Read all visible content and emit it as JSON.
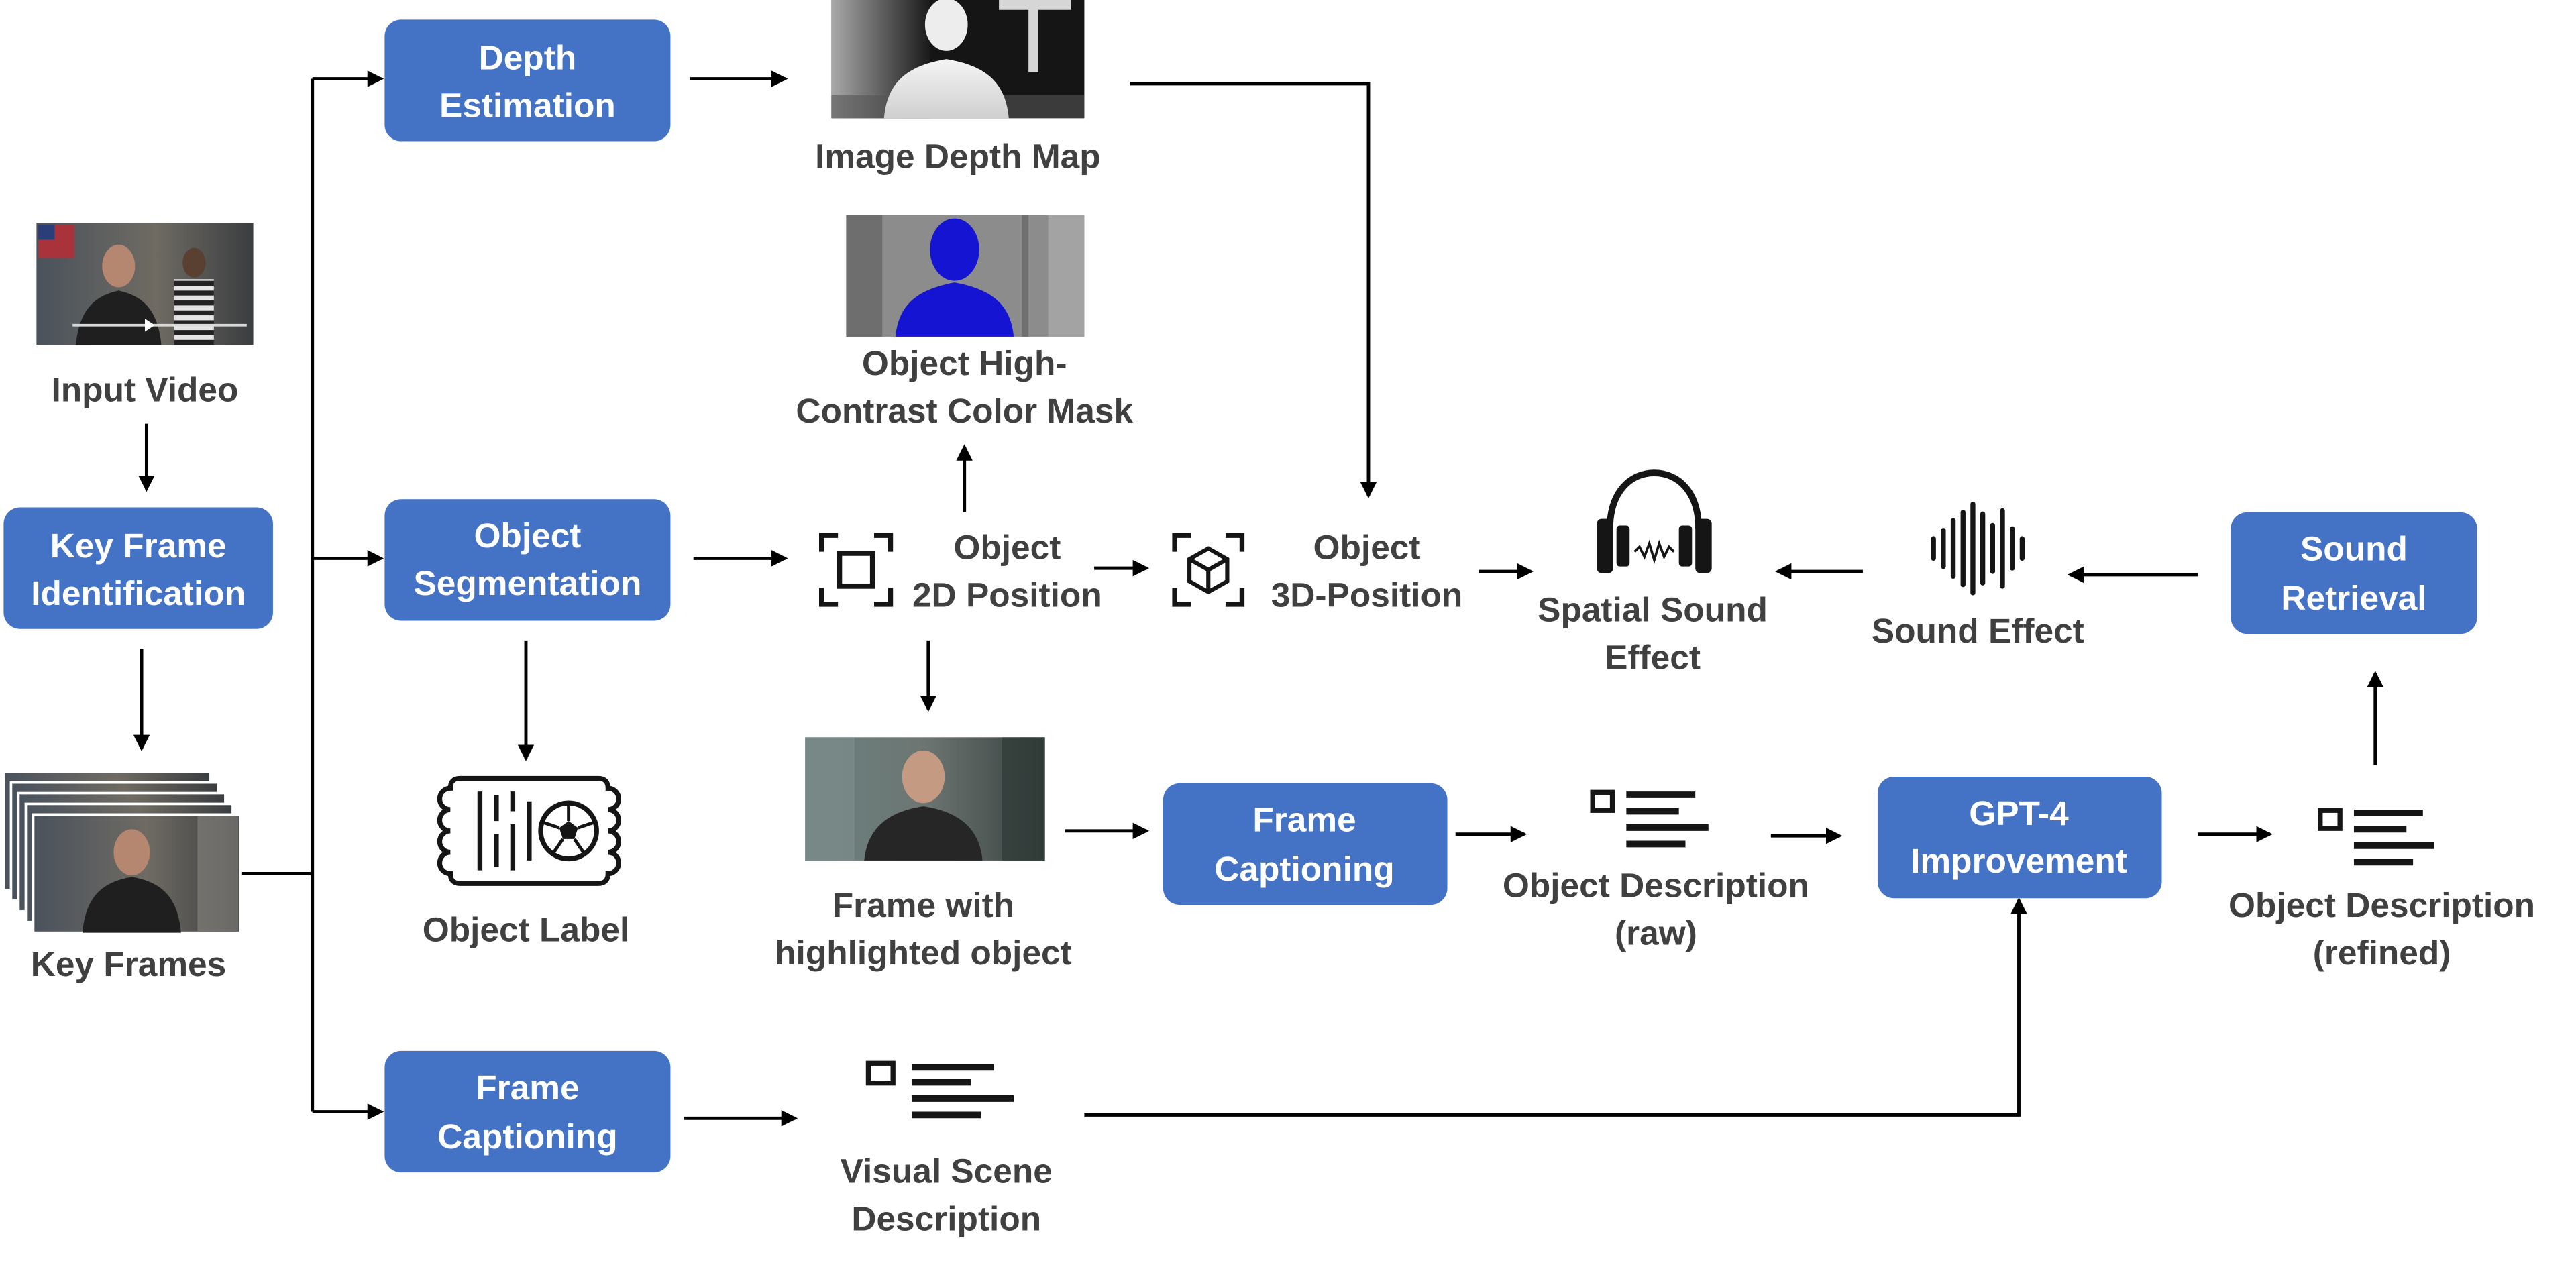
{
  "colors": {
    "process_box": "#4472C4",
    "box_text": "#FFFFFF",
    "label_text": "#404040",
    "arrow": "#000000",
    "mask_highlight": "#1414D2"
  },
  "inputs": {
    "input_video": {
      "label": "Input Video"
    },
    "key_frames": {
      "label": "Key Frames"
    }
  },
  "processes": {
    "key_frame_identification": {
      "lines": [
        "Key Frame",
        "Identification"
      ]
    },
    "depth_estimation": {
      "lines": [
        "Depth",
        "Estimation"
      ]
    },
    "object_segmentation": {
      "lines": [
        "Object",
        "Segmentation"
      ]
    },
    "frame_captioning_scene": {
      "lines": [
        "Frame",
        "Captioning"
      ]
    },
    "frame_captioning_object": {
      "lines": [
        "Frame",
        "Captioning"
      ]
    },
    "gpt4_improvement": {
      "lines": [
        "GPT-4",
        "Improvement"
      ]
    },
    "sound_retrieval": {
      "lines": [
        "Sound",
        "Retrieval"
      ]
    }
  },
  "outputs": {
    "image_depth_map": {
      "lines": [
        "Image Depth Map"
      ]
    },
    "object_mask": {
      "lines": [
        "Object High-",
        "Contrast Color Mask"
      ]
    },
    "object_2d_position": {
      "lines": [
        "Object",
        "2D Position"
      ],
      "icon": "focus-square-icon"
    },
    "object_3d_position": {
      "lines": [
        "Object",
        "3D-Position"
      ],
      "icon": "focus-cube-icon"
    },
    "spatial_sound_effect": {
      "lines": [
        "Spatial Sound",
        "Effect"
      ],
      "icon": "headphones-icon"
    },
    "sound_effect": {
      "lines": [
        "Sound Effect"
      ],
      "icon": "sound-wave-icon"
    },
    "object_label": {
      "lines": [
        "Object Label"
      ],
      "icon": "ticket-icon"
    },
    "highlighted_frame": {
      "lines": [
        "Frame with",
        "highlighted object"
      ]
    },
    "object_description_raw": {
      "lines": [
        "Object Description",
        "(raw)"
      ],
      "icon": "text-document-icon"
    },
    "object_description_refined": {
      "lines": [
        "Object Description",
        "(refined)"
      ],
      "icon": "text-document-icon"
    },
    "visual_scene_description": {
      "lines": [
        "Visual Scene",
        "Description"
      ],
      "icon": "text-document-icon"
    }
  }
}
